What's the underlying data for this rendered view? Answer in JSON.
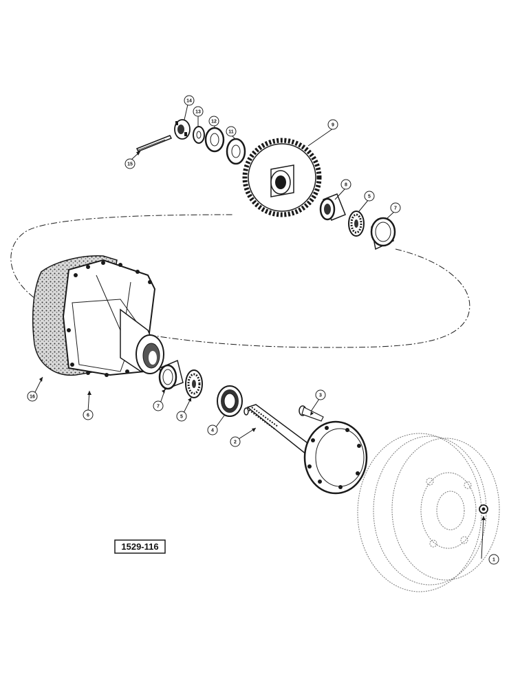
{
  "figure_id": "1529-116",
  "ink_color": "#1a1a1a",
  "callouts": {
    "c1": "1",
    "c2": "2",
    "c3": "3",
    "c4": "4",
    "c5a": "5",
    "c5b": "5",
    "c6": "6",
    "c7a": "7",
    "c7b": "7",
    "c8": "8",
    "c9": "9",
    "c11": "11",
    "c12": "12",
    "c13": "13",
    "c14": "14",
    "c15": "15",
    "c16": "16"
  }
}
